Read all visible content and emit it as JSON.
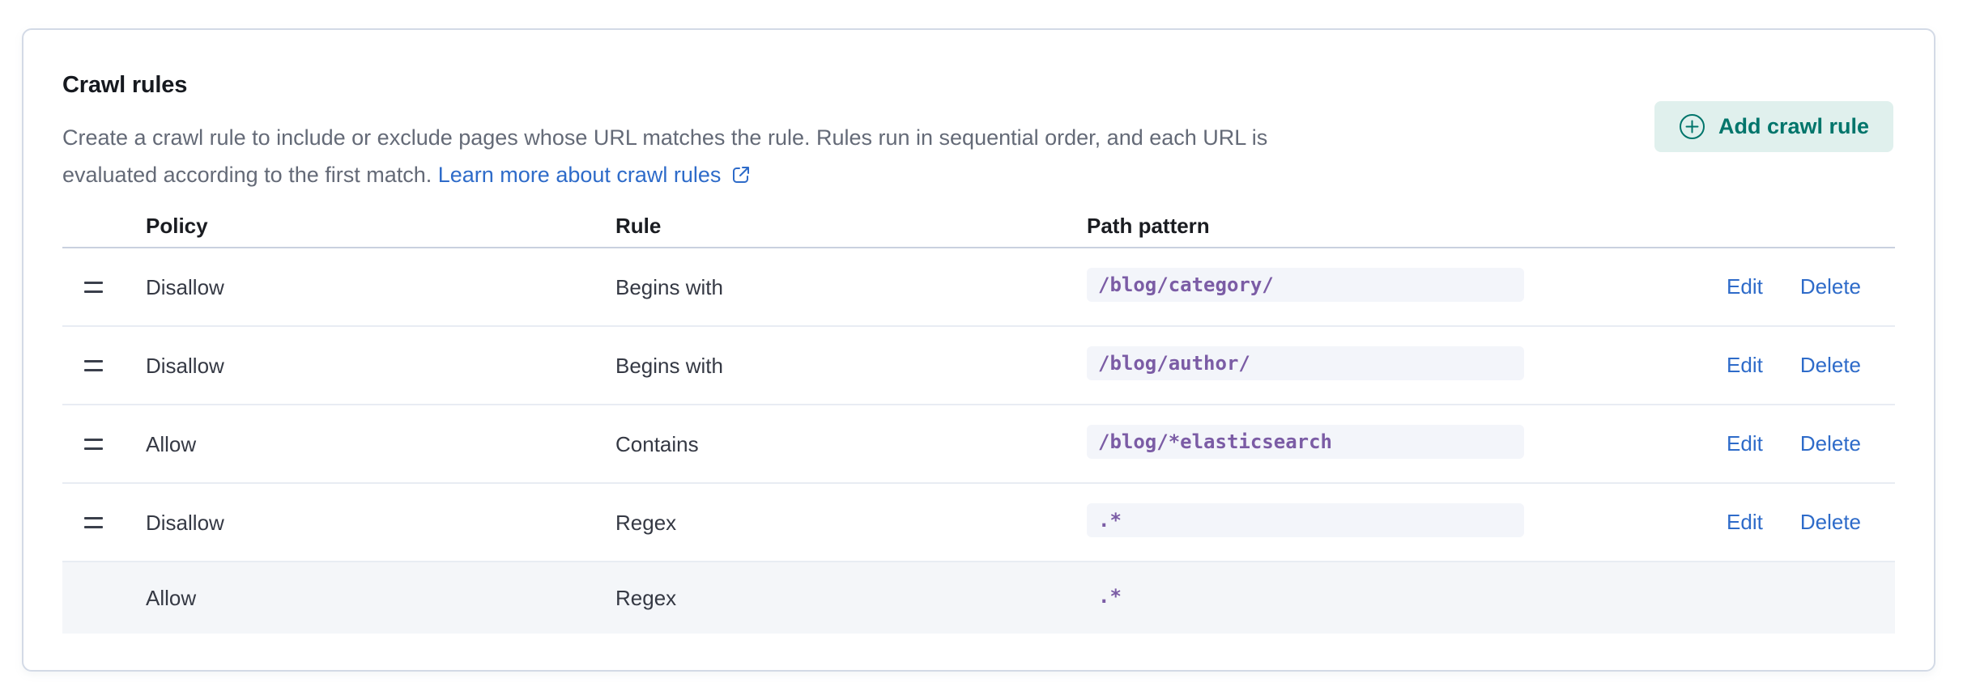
{
  "panel": {
    "title": "Crawl rules",
    "description_line1": "Create a crawl rule to include or exclude pages whose URL matches the rule. Rules run in sequential order, and each URL is",
    "description_line2": "evaluated according to the first match. ",
    "link_label": "Learn more about crawl rules",
    "add_button_label": "Add crawl rule"
  },
  "icons": {
    "plus": "plus-in-circle-icon",
    "external_link": "external-link-icon",
    "grab": "grab-handle-icon"
  },
  "colors": {
    "accent_teal_bg": "#E0F0ED",
    "accent_teal_text": "#00756B",
    "link_blue": "#2E6BC9",
    "code_purple": "#7B5CA5",
    "row_highlight": "#F4F6F9",
    "card_border": "#D3DAE6"
  },
  "table": {
    "columns": [
      "Policy",
      "Rule",
      "Path pattern"
    ],
    "action_labels": {
      "edit": "Edit",
      "delete": "Delete"
    },
    "rows": [
      {
        "policy": "Disallow",
        "rule": "Begins with",
        "path": "/blog/category/",
        "draggable": true,
        "boxed": true,
        "actions": true,
        "highlighted": false
      },
      {
        "policy": "Disallow",
        "rule": "Begins with",
        "path": "/blog/author/",
        "draggable": true,
        "boxed": true,
        "actions": true,
        "highlighted": false
      },
      {
        "policy": "Allow",
        "rule": "Contains",
        "path": "/blog/*elasticsearch",
        "draggable": true,
        "boxed": true,
        "actions": true,
        "highlighted": false
      },
      {
        "policy": "Disallow",
        "rule": "Regex",
        "path": ".*",
        "draggable": true,
        "boxed": true,
        "actions": true,
        "highlighted": false
      },
      {
        "policy": "Allow",
        "rule": "Regex",
        "path": ".*",
        "draggable": false,
        "boxed": false,
        "actions": false,
        "highlighted": true
      }
    ]
  }
}
